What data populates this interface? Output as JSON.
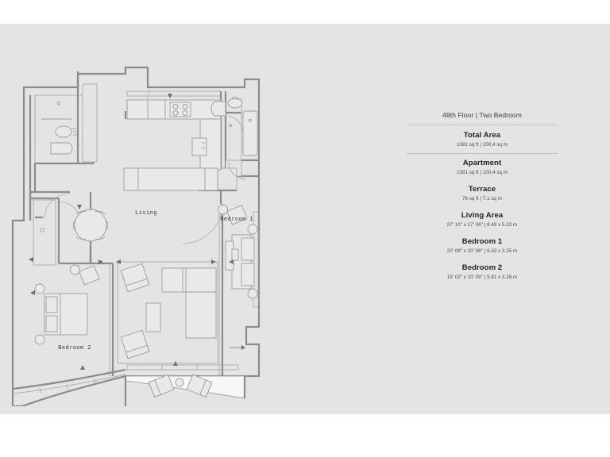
{
  "page": {
    "background": "#ffffff",
    "canvas_background": "#e4e4e4"
  },
  "spec": {
    "floor_title": "49th Floor | Two Bedroom",
    "rows": [
      {
        "label": "Total Area",
        "value": "1081 sq ft | 100,4 sq m"
      },
      {
        "label": "Apartment",
        "value": "1081 sq ft | 100,4 sq m"
      },
      {
        "label": "Terrace",
        "value": "76 sq ft | 7.1 sq m"
      },
      {
        "label": "Living Area",
        "value": "27' 10\" x 17' 06\" | 8.49 x 5.33 m"
      },
      {
        "label": "Bedroom 1",
        "value": "20' 09\" x 10' 08\" | 6.33 x 3.25 m"
      },
      {
        "label": "Bedroom 2",
        "value": "19' 02\" x 10' 09\" | 5.81 x 3.28 m"
      }
    ]
  },
  "plan": {
    "room_labels": {
      "living": "Living",
      "bedroom1": "Bedroom 1",
      "bedroom2": "Bedroom 2"
    },
    "colors": {
      "wall": "#8c8c8c",
      "thin_line": "#a6a6a6",
      "furniture": "#9a9a9a",
      "terrace_fill": "#f4f4f4",
      "floor_fill": "#e4e4e4"
    }
  }
}
